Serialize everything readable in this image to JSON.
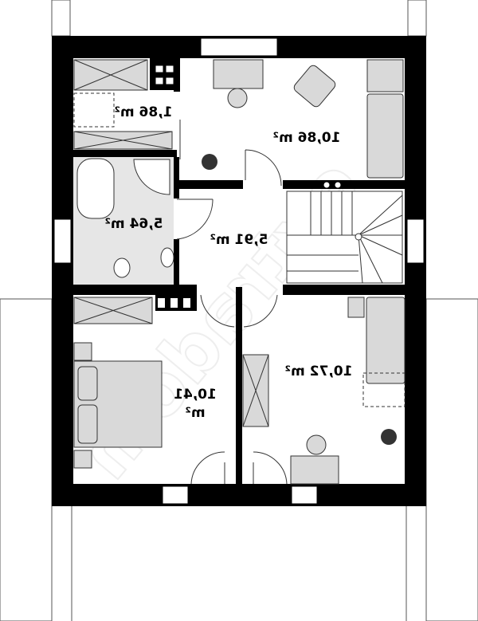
{
  "watermark": "extradom",
  "rooms": [
    {
      "id": "wardrobe",
      "area": "1,86 m²"
    },
    {
      "id": "study",
      "area": "10,86 m²"
    },
    {
      "id": "bathroom",
      "area": "5,64 m²"
    },
    {
      "id": "hall",
      "area": "5,91 m²"
    },
    {
      "id": "bedroom-right",
      "area": "10,72 m²"
    },
    {
      "id": "bedroom-left",
      "area_number": "10,41",
      "area_unit": "m²"
    }
  ],
  "colors": {
    "wall": "#000000",
    "furniture": "#d9d9d9",
    "bathroom_floor": "#e6e6e6"
  }
}
